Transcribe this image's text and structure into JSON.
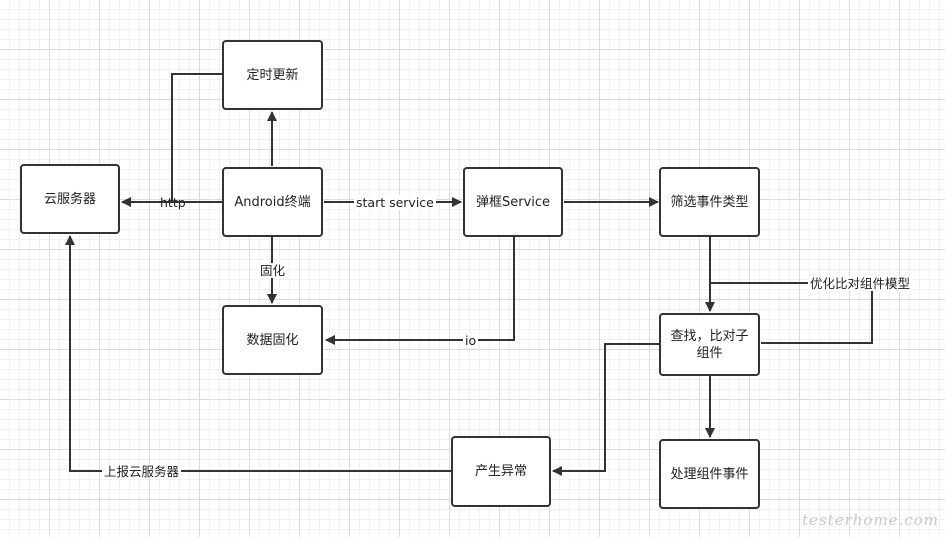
{
  "nodes": {
    "cloud_server": "云服务器",
    "timed_update": "定时更新",
    "android_terminal": "Android终端",
    "popup_service": "弹框Service",
    "filter_event_type": "筛选事件类型",
    "data_persist": "数据固化",
    "find_compare_line1": "查找，比对子",
    "find_compare_line2": "组件",
    "handle_component_event": "处理组件事件",
    "exception_raised": "产生异常"
  },
  "edge_labels": {
    "http": "http",
    "start_service": "start service",
    "persist": "固化",
    "io": "io",
    "optimize_model": "优化比对组件模型",
    "report_to_server": "上报云服务器"
  },
  "watermark": "testerhome.com",
  "colors": {
    "line": "#333333",
    "box_border": "#333333",
    "grid": "#dcdcdc"
  }
}
